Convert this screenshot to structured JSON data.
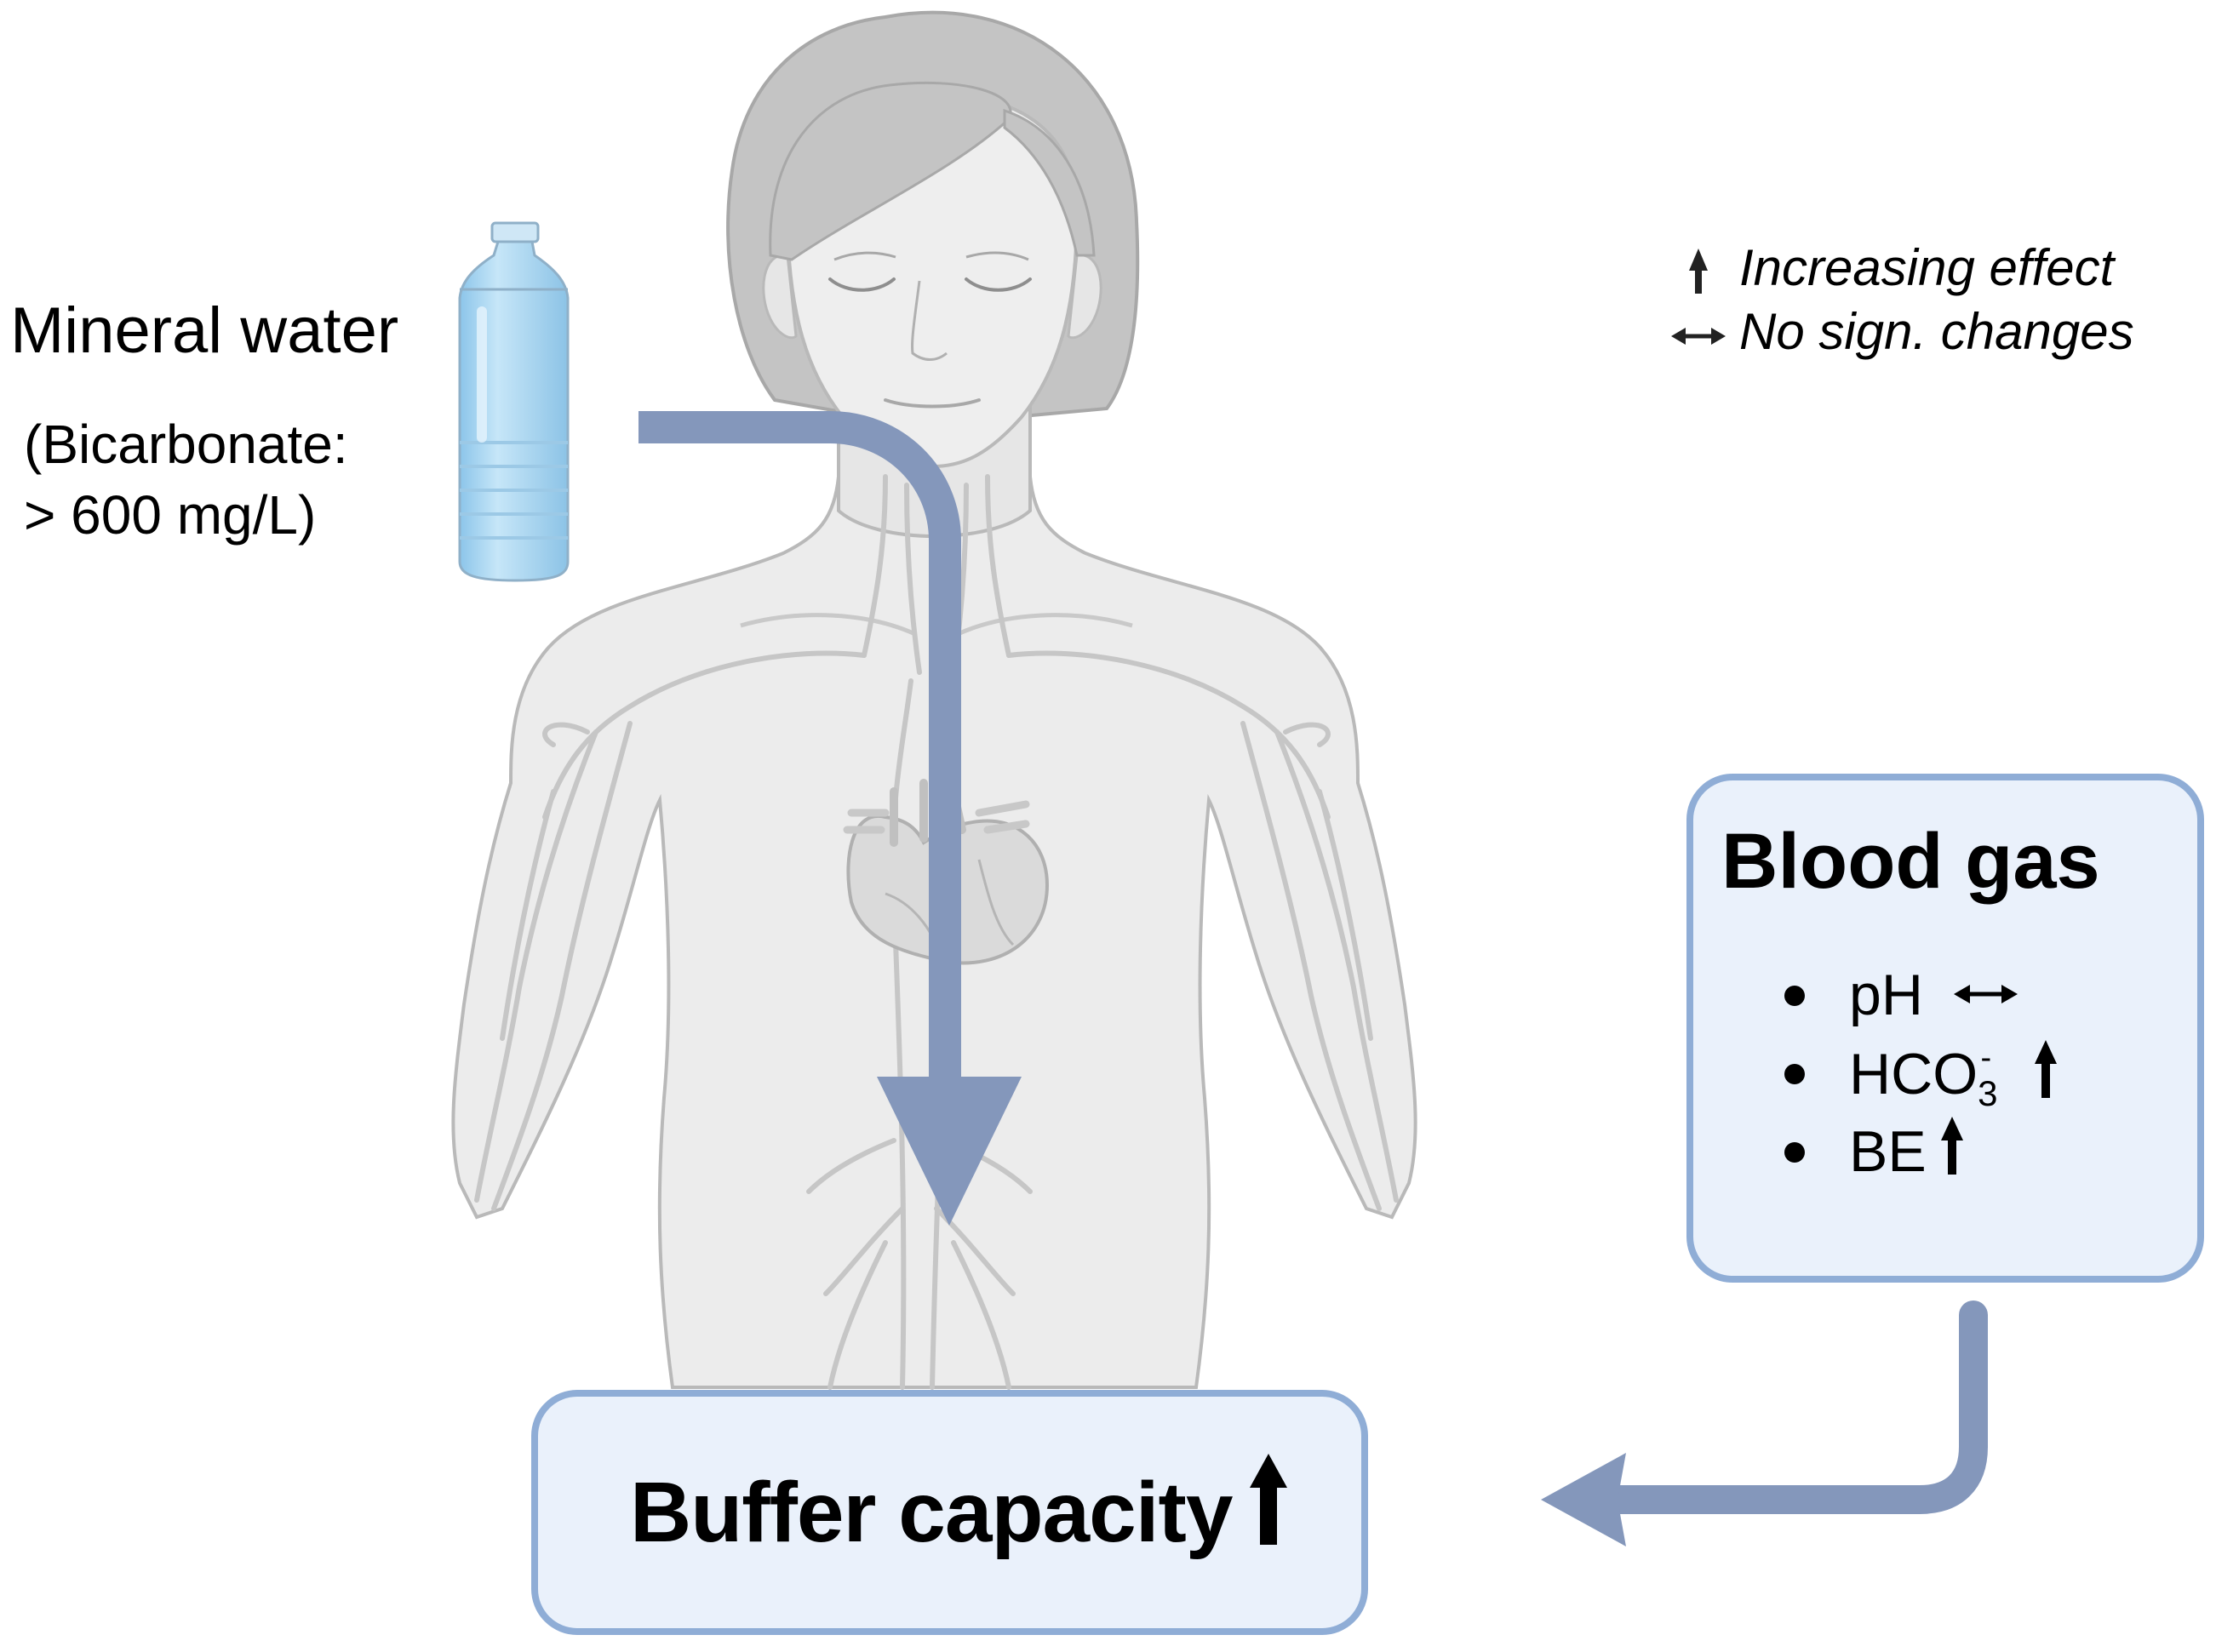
{
  "mineral_water": {
    "title": "Mineral water",
    "detail_line1": "(Bicarbonate:",
    "detail_line2": "> 600 mg/L)"
  },
  "legend": {
    "increasing": "Increasing effect",
    "no_change": "No sign. changes"
  },
  "blood_gas": {
    "title": "Blood gas",
    "items": [
      {
        "label": "pH",
        "effect": "no-change"
      },
      {
        "label": "HCO",
        "subscript": "3",
        "superscript": "-",
        "effect": "increase"
      },
      {
        "label": "BE",
        "effect": "increase"
      }
    ]
  },
  "buffer": {
    "label": "Buffer capacity",
    "effect": "increase"
  },
  "colors": {
    "flow_arrow": "#8497bb",
    "box_fill": "#eaf1fb",
    "box_border": "#8fadd6",
    "body_fill": "#ececec",
    "body_outline": "#b9b9b9",
    "hair": "#c4c4c4",
    "bottle": "#a9d4ef"
  },
  "icons": [
    "water-bottle-icon",
    "human-body-icon",
    "heart-icon",
    "up-arrow-icon",
    "double-arrow-icon"
  ]
}
